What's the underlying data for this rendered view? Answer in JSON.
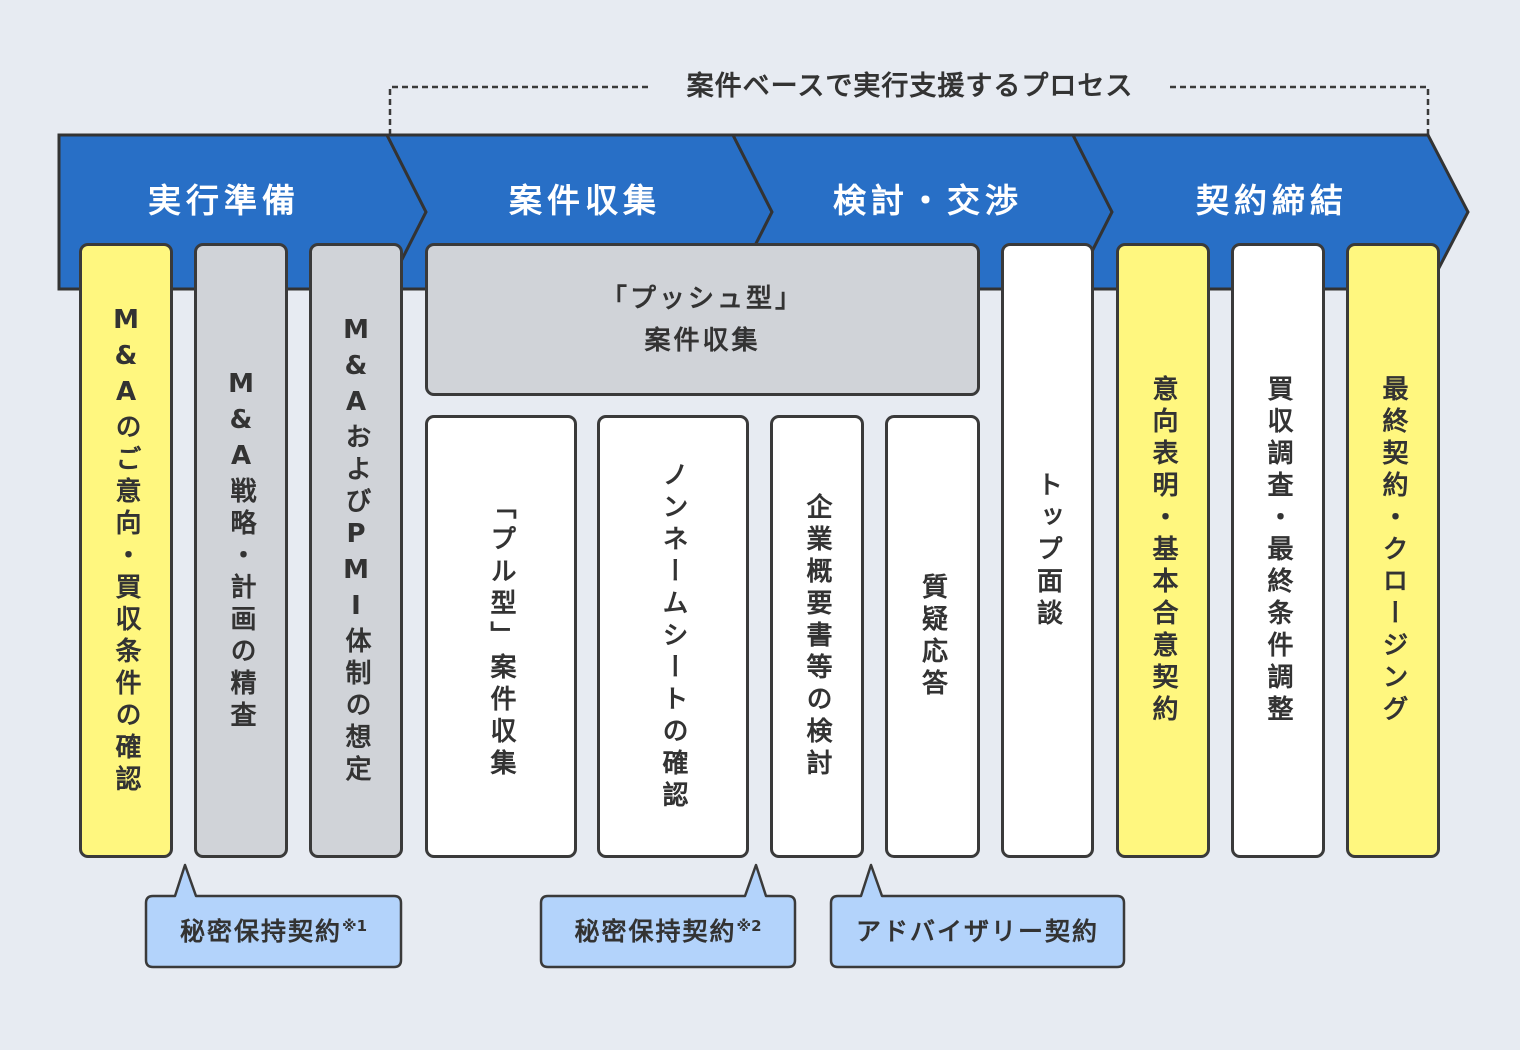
{
  "process_bracket": {
    "label": "案件ベースで実行支援するプロセス"
  },
  "phases": [
    {
      "label": "実行準備"
    },
    {
      "label": "案件収集"
    },
    {
      "label": "検討・交渉"
    },
    {
      "label": "契約締結"
    }
  ],
  "steps": {
    "ma_intent": {
      "label": "M&Aのご意向・買収条件の確認",
      "color": "yellow"
    },
    "ma_strategy": {
      "label": "M&A戦略・計画の精査",
      "color": "gray"
    },
    "ma_pmi": {
      "label": "M&AおよびPMI体制の想定",
      "color": "gray"
    },
    "push_type": {
      "line1": "「プッシュ型」",
      "line2": "案件収集",
      "color": "gray"
    },
    "pull_type": {
      "label": "「プル型」案件収集",
      "color": "white"
    },
    "noname_sheet": {
      "label": "ノンネームシートの確認",
      "color": "white"
    },
    "company_overview": {
      "label": "企業概要書等の検討",
      "color": "white"
    },
    "qa": {
      "label": "質疑応答",
      "color": "white"
    },
    "top_meeting": {
      "label": "トップ面談",
      "color": "white"
    },
    "loi": {
      "label": "意向表明・基本合意契約",
      "color": "yellow"
    },
    "dd": {
      "label": "買収調査・最終条件調整",
      "color": "white"
    },
    "closing": {
      "label": "最終契約・クロージング",
      "color": "yellow"
    }
  },
  "callouts": [
    {
      "label": "秘密保持契約",
      "note": "※1"
    },
    {
      "label": "秘密保持契約",
      "note": "※2"
    },
    {
      "label": "アドバイザリー契約",
      "note": ""
    }
  ],
  "colors": {
    "background": "#e7ebf2",
    "phase_banner": "#286fc6",
    "highlight_yellow": "#fff77f",
    "neutral_gray": "#d0d3d8",
    "callout_blue": "#b3d3fb",
    "outline": "#3a3a3a"
  }
}
